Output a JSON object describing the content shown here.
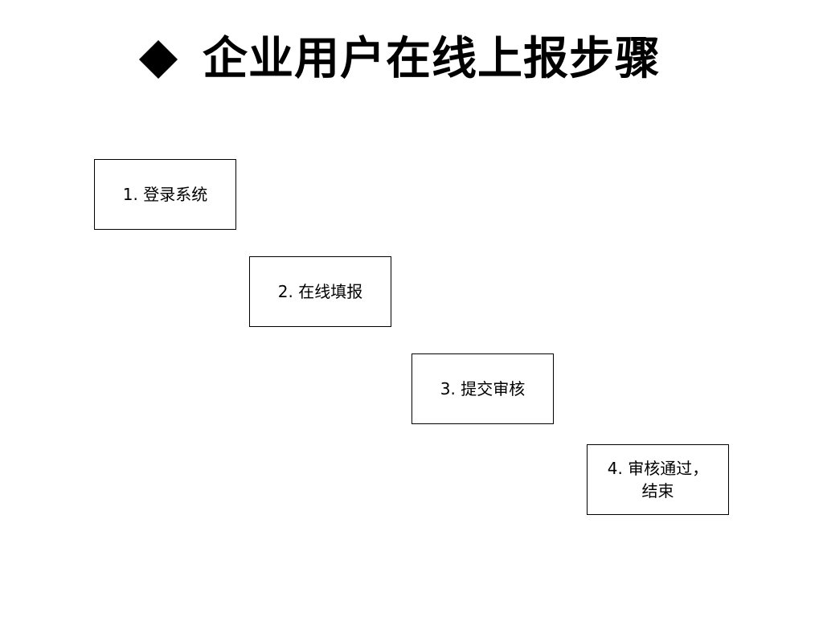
{
  "slide": {
    "title": "企业用户在线上报步骤",
    "title_bullet_icon": "diamond-icon"
  },
  "steps": [
    {
      "label": "1. 登录系统"
    },
    {
      "label": "2. 在线填报"
    },
    {
      "label": "3. 提交审核"
    },
    {
      "label": "4. 审核通过，\n结束"
    }
  ],
  "colors": {
    "text": "#000000",
    "border": "#000000",
    "background": "#ffffff"
  }
}
